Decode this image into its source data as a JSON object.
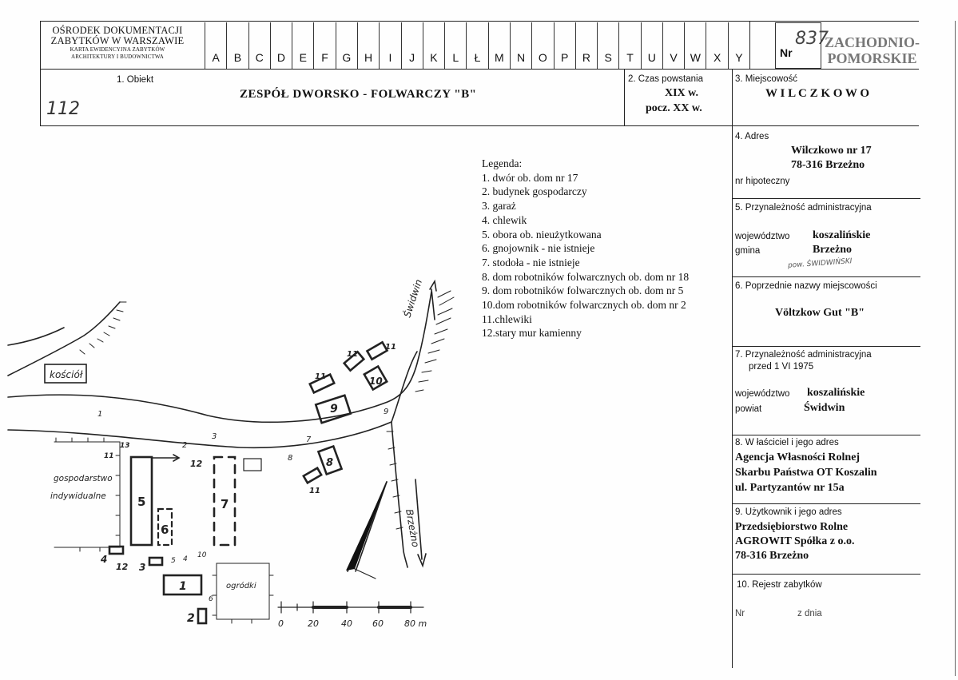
{
  "header": {
    "institution_line1": "OŚRODEK DOKUMENTACJI",
    "institution_line2": "ZABYTKÓW W WARSZAWIE",
    "institution_line3": "KARTA EWIDENCYJNA ZABYTKÓW",
    "institution_line4": "ARCHITEKTURY I BUDOWNICTWA",
    "letters": [
      "A",
      "B",
      "C",
      "D",
      "E",
      "F",
      "G",
      "H",
      "I",
      "J",
      "K",
      "L",
      "Ł",
      "M",
      "N",
      "O",
      "P",
      "R",
      "S",
      "T",
      "U",
      "V",
      "W",
      "X",
      "Y"
    ],
    "nr_label": "Nr",
    "nr_handwritten": "837",
    "region_line1": "ZACHODNIO-",
    "region_line2": "POMORSKIE"
  },
  "fields": {
    "obiekt_label": "1. Obiekt",
    "obiekt_value": "ZESPÓŁ  DWORSKO - FOLWARCZY  \"B\"",
    "obiekt_handwritten": "112",
    "czas_label": "2. Czas powstania",
    "czas_value1": "XIX w.",
    "czas_value2": "pocz. XX w.",
    "miejscowosc_label": "3. Miejscowość",
    "miejscowosc_value": "W I L C Z K O W O",
    "adres_label": "4. Adres",
    "adres_value1": "Wilczkowo nr 17",
    "adres_value2": "78-316 Brzeżno",
    "hipoteczny_label": "nr hipoteczny",
    "przynaleznosc_label": "5. Przynależność administracyjna",
    "wojewodztwo_label": "województwo",
    "wojewodztwo_value": "koszalińskie",
    "gmina_label": "gmina",
    "gmina_value": "Brzeżno",
    "gmina_handwritten": "pow. ŚWIDWIŃSKI",
    "poprzednie_label": "6. Poprzednie nazwy miejscowości",
    "poprzednie_value": "Völtzkow  Gut  \"B\"",
    "przed_label1": "7. Przynależność administracyjna",
    "przed_label2": "przed 1 VI 1975",
    "wojewodztwo2_label": "województwo",
    "wojewodztwo2_value": "koszalińskie",
    "powiat_label": "powiat",
    "powiat_value": "Świdwin",
    "wlasciciel_label": "8. W łaściciel i jego adres",
    "wlasciciel_value1": "Agencja Własności Rolnej",
    "wlasciciel_value2": "Skarbu Państwa OT Koszalin",
    "wlasciciel_value3": "ul. Partyzantów nr 15a",
    "uzytkownik_label": "9. Użytkownik i jego adres",
    "uzytkownik_value1": "Przedsiębiorstwo Rolne",
    "uzytkownik_value2": "AGROWIT Spółka z o.o.",
    "uzytkownik_value3": "78-316 Brzeżno",
    "rejestr_label": "10. Rejestr zabytków",
    "rejestr_nr": "Nr",
    "rejestr_dnia": "z dnia"
  },
  "legend": {
    "title": "Legenda:",
    "items": [
      "1. dwór ob. dom nr 17",
      "2. budynek gospodarczy",
      "3. garaż",
      "4. chlewik",
      "5. obora ob. nieużytkowana",
      "6. gnojownik - nie istnieje",
      "7. stodoła - nie istnieje",
      "8. dom robotników folwarcznych ob. dom nr 18",
      "9. dom robotników folwarcznych ob. dom nr 5",
      "10.dom robotników folwarcznych ob. dom nr 2",
      "11.chlewiki",
      "12.stary mur kamienny"
    ]
  },
  "map": {
    "kosciol": "kościół",
    "swidwin": "Świdwin",
    "brzezno": "Brzeżno",
    "gospodarstwo1": "gospodarstwo",
    "gospodarstwo2": "indywidualne",
    "ogrodki": "ogródki",
    "scale_ticks": [
      "0",
      "20",
      "40",
      "60",
      "80 m"
    ],
    "labels": {
      "b1": "1",
      "b2": "2",
      "b3": "3",
      "b4": "4",
      "b5": "5",
      "b6": "6",
      "b7": "7",
      "b8": "8",
      "b9": "9",
      "b10": "10",
      "b11": "11",
      "b12": "12",
      "b13": "13"
    }
  }
}
